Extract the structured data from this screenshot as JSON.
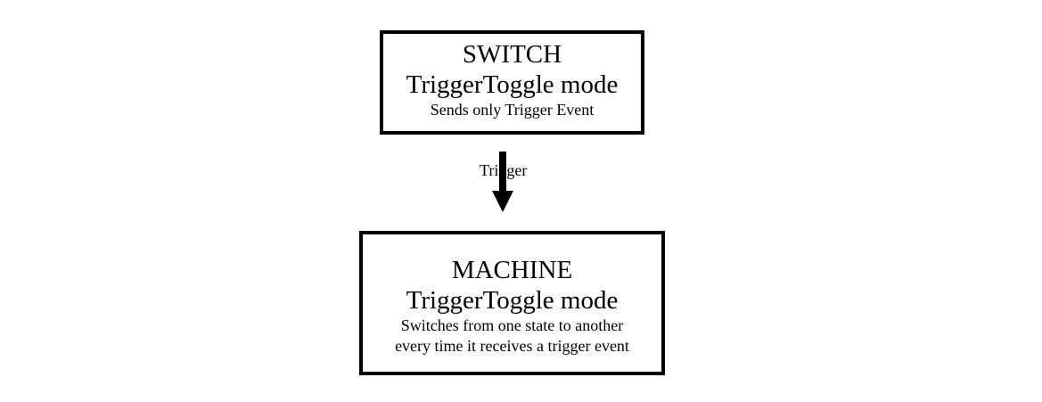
{
  "nodes": {
    "switch": {
      "title": "SWITCH",
      "mode": "TriggerToggle mode",
      "description": "Sends only Trigger Event"
    },
    "machine": {
      "title": "MACHINE",
      "mode": "TriggerToggle mode",
      "description_line1": "Switches from one state to another",
      "description_line2": "every time it receives a trigger event"
    }
  },
  "edges": [
    {
      "from": "switch",
      "to": "machine",
      "label": "Trigger"
    }
  ],
  "colors": {
    "stroke": "#000000",
    "background": "#ffffff"
  }
}
